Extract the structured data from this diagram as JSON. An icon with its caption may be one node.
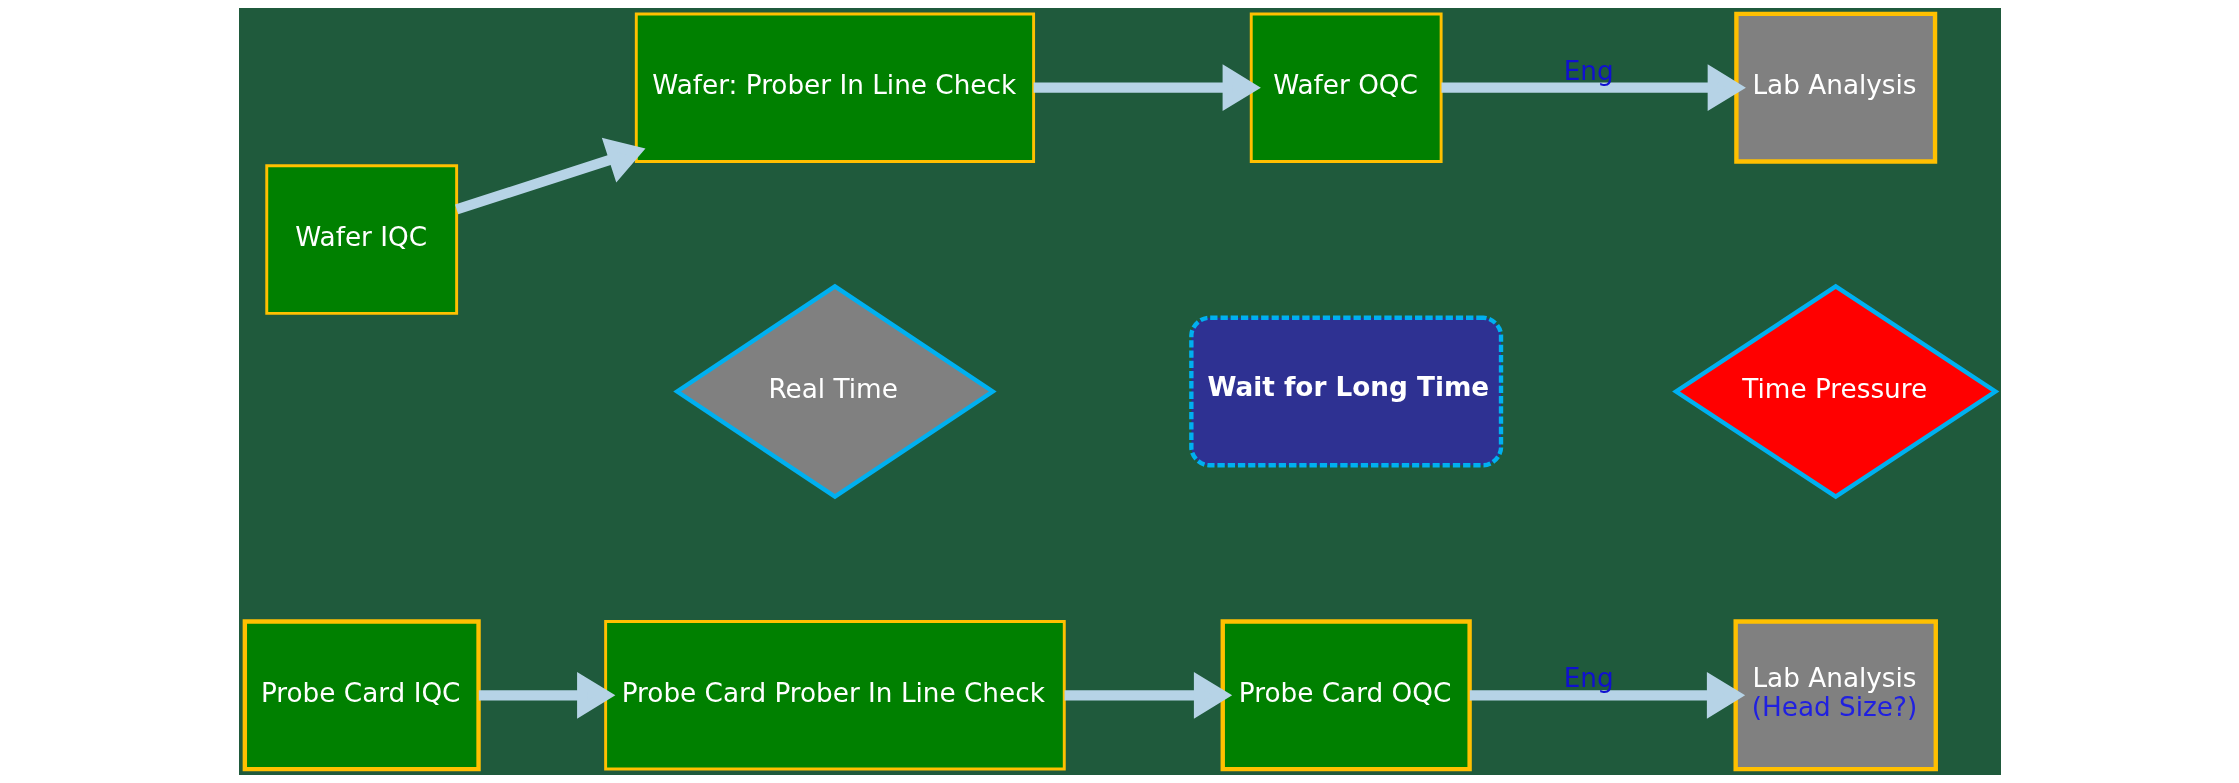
{
  "diagram": {
    "nodes": [
      {
        "text": [
          "Wafer IQC"
        ]
      },
      {
        "text": [
          "Wafer: Prober In Line Check"
        ]
      },
      {
        "text": [
          "Wafer OQC"
        ]
      },
      {
        "text": [
          "Lab Analysis"
        ]
      },
      {
        "text": [
          "Real Time"
        ]
      },
      {
        "text": [
          "Wait for Long Time"
        ]
      },
      {
        "text": [
          "Time Pressure"
        ]
      },
      {
        "text": [
          "Probe Card IQC"
        ]
      },
      {
        "text": [
          "Probe Card Prober In Line Check"
        ]
      },
      {
        "text": [
          "Probe Card OQC"
        ]
      },
      {
        "text": [
          "Lab Analysis",
          "(Head Size?)"
        ]
      }
    ],
    "edges": [
      {
        "from": 0,
        "to": 1,
        "arrow": "to"
      },
      {
        "from": 1,
        "to": 2,
        "arrow": "to"
      },
      {
        "from": 2,
        "to": 3,
        "arrow": "to",
        "label": "Eng"
      },
      {
        "from": 7,
        "to": 8,
        "arrow": "to"
      },
      {
        "from": 8,
        "to": 9,
        "arrow": "to"
      },
      {
        "from": 9,
        "to": 10,
        "arrow": "to",
        "label": "Eng"
      }
    ]
  }
}
